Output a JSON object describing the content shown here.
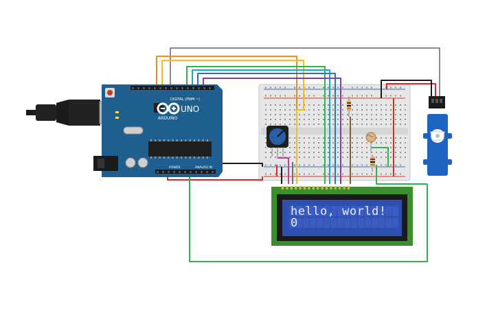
{
  "arduino": {
    "brand": "ARDUINO",
    "model": "UNO",
    "digital_header_label": "DIGITAL (PWM ~)",
    "power_label": "POWER",
    "analog_label": "ANALOG IN",
    "board_color": "#1f5f8f"
  },
  "lcd": {
    "line1": "hello, world!",
    "line2": "0",
    "pcb_color": "#3b8f2b",
    "screen_color": "#2f4fb3"
  },
  "breadboard": {
    "color": "#e6e6e6"
  },
  "wire_colors": {
    "gray": "#8a8a8a",
    "orange": "#ef8c12",
    "yellow": "#f2c014",
    "green": "#2fb34a",
    "cyan": "#19a7c9",
    "blue": "#2a6fd6",
    "purple": "#7b3fb0",
    "red": "#d42a1f",
    "black": "#1a1a1a",
    "magenta": "#c0399b"
  },
  "icons": {
    "usb": "usb-plug-icon",
    "servo": "servo-motor-icon",
    "potentiometer": "potentiometer-icon",
    "photoresistor": "photoresistor-icon"
  }
}
